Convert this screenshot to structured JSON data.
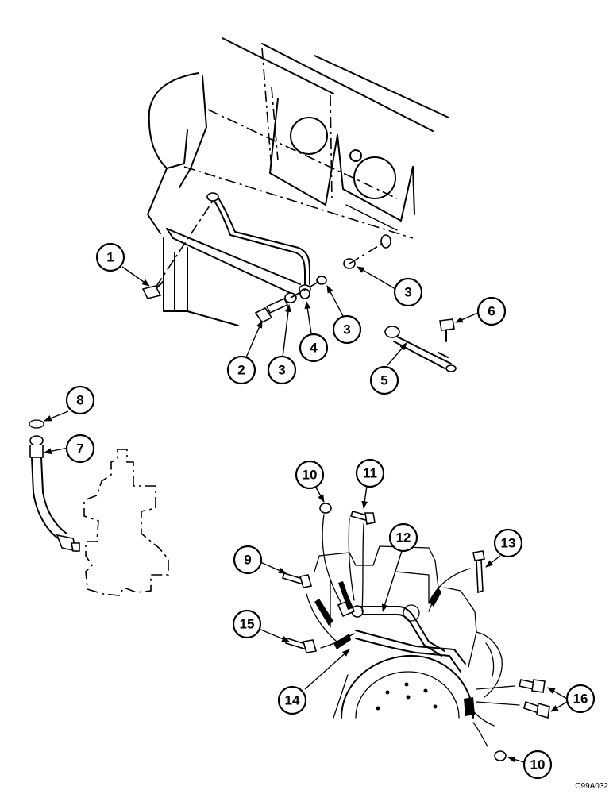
{
  "drawing_ref": "C99A032",
  "callouts": {
    "c1": "1",
    "c2": "2",
    "c3a": "3",
    "c3b": "3",
    "c3c": "3",
    "c4": "4",
    "c5": "5",
    "c6": "6",
    "c7": "7",
    "c8": "8",
    "c9": "9",
    "c10a": "10",
    "c10b": "10",
    "c11": "11",
    "c12": "12",
    "c13": "13",
    "c14": "14",
    "c15": "15",
    "c16": "16"
  }
}
